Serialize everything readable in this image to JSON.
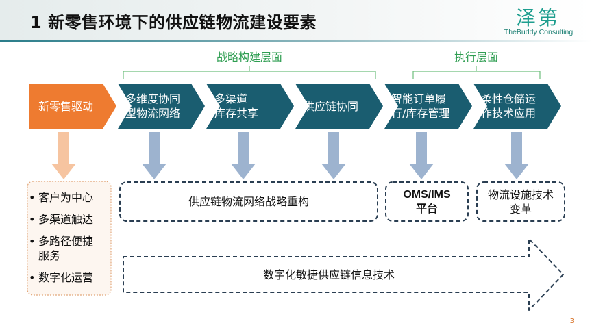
{
  "header": {
    "title": "1  新零售环境下的供应链物流建设要素",
    "logo_cn": "泽第",
    "logo_en": "TheBuddy Consulting"
  },
  "layers": {
    "strategy": "战略构建层面",
    "execution": "执行层面"
  },
  "chevrons": [
    {
      "label": "新零售驱动",
      "color": "#ee7b30"
    },
    {
      "label": "多维度协同\n型物流网络",
      "color": "#1a5d70"
    },
    {
      "label": "多渠道\n库存共享",
      "color": "#1a5d70"
    },
    {
      "label": "供应链协同",
      "color": "#1a5d70"
    },
    {
      "label": "智能订单履\n行/库存管理",
      "color": "#1a5d70"
    },
    {
      "label": "柔性仓储运\n作技术应用",
      "color": "#1a5d70"
    }
  ],
  "drivers": [
    "客户为中心",
    "多渠道触达",
    "多路径便捷\n服务",
    "数字化运营"
  ],
  "boxes": {
    "network": "供应链物流网络战略重构",
    "oms": "OMS/IMS\n平台",
    "facility": "物流设施技术\n变革",
    "digital": "数字化敏捷供应链信息技术"
  },
  "colors": {
    "orange": "#ee7b30",
    "teal": "#1a5d70",
    "green": "#2f9e52",
    "arrow_blue": "#9db3cf",
    "arrow_orange": "#f6c4a0",
    "dashed": "#2a3e52"
  },
  "page_number": "3"
}
